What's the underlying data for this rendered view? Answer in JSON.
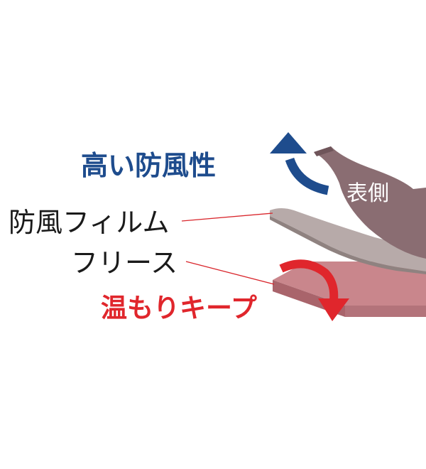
{
  "labels": {
    "windproof": "高い防風性",
    "film": "防風フィルム",
    "fleece": "フリース",
    "warmth": "温もりキープ",
    "outer_side": "表側"
  },
  "colors": {
    "windproof_text": "#1e4c8d",
    "warmth_text": "#e0262c",
    "outer_layer": "#8a6d72",
    "film_layer": "#b7aaa9",
    "fleece_layer": "#c9868c",
    "leader_line": "#d9262c",
    "blue_arrow": "#1e4c8d",
    "red_arrow": "#e0262c"
  },
  "icons": {
    "blue_arrow": "curved-up-arrow-icon",
    "red_arrow": "curved-down-arrow-icon"
  }
}
